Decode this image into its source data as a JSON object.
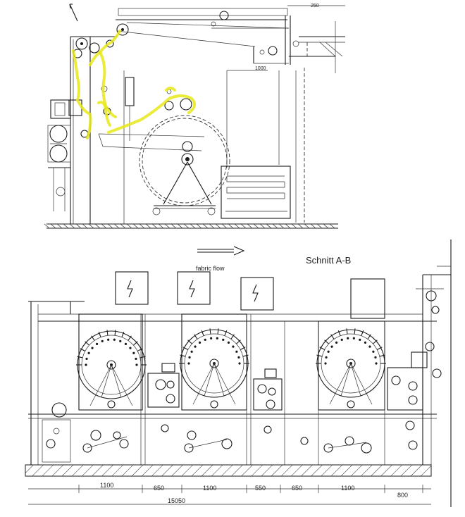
{
  "top_view": {
    "dim_top": "250",
    "dim_mid": "1000"
  },
  "section": {
    "title": "Schnitt A-B",
    "flow_label": "fabric flow"
  },
  "dimensions": [
    "1100",
    "650",
    "1100",
    "550",
    "650",
    "1100",
    "800"
  ],
  "total_dimension": "15050",
  "colors": {
    "line": "#1a1a1a",
    "highlight": "#e8e81a",
    "background": "#ffffff"
  }
}
